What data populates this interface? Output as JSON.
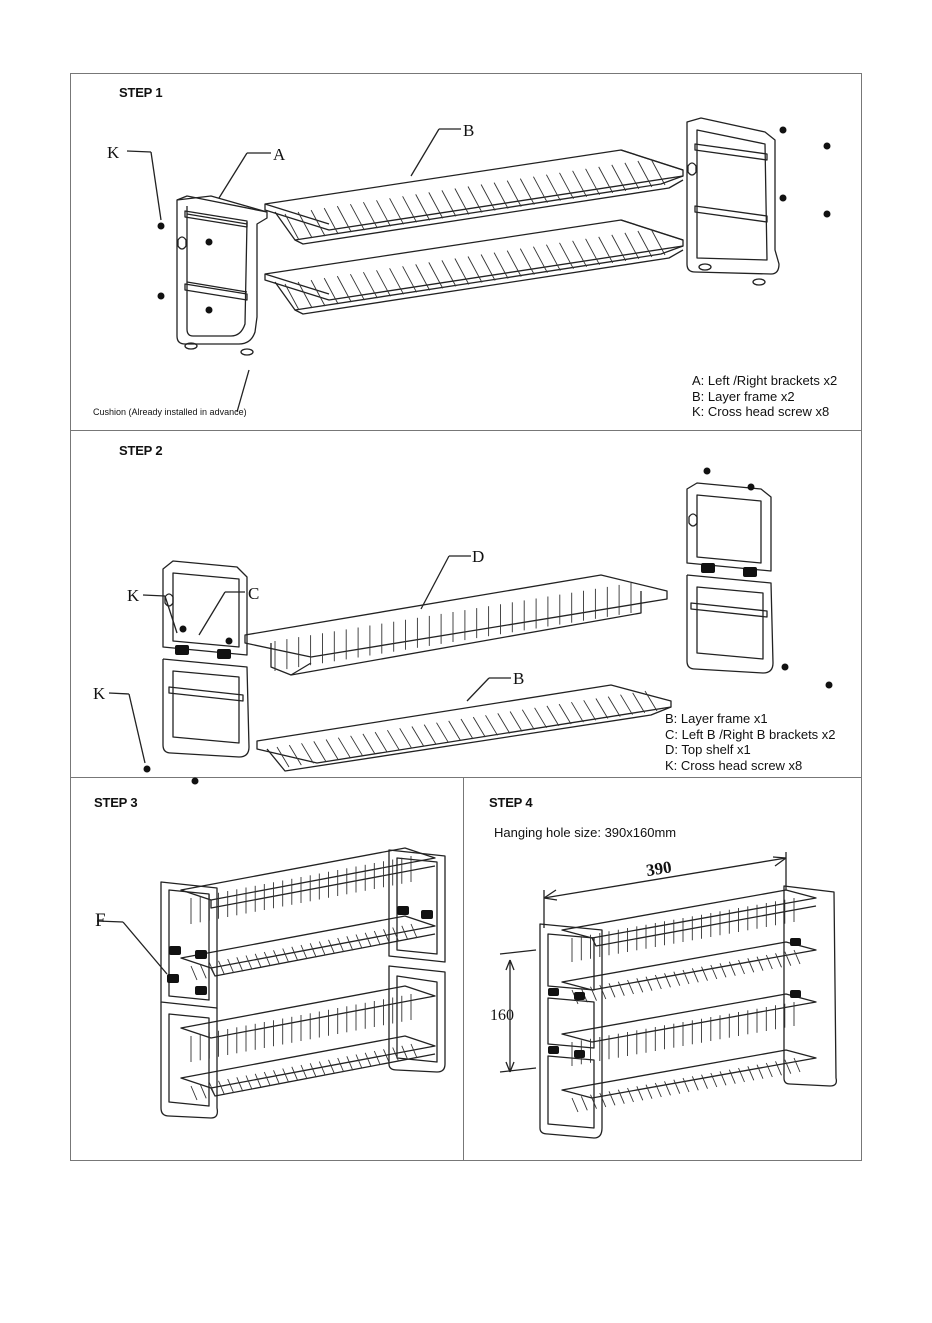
{
  "steps": [
    {
      "title": "STEP 1",
      "callouts": [
        "K",
        "A",
        "B"
      ],
      "note": "Cushion (Already installed in advance)",
      "legend": [
        "A: Left /Right brackets x2",
        "B: Layer frame x2",
        "K: Cross head screw x8"
      ]
    },
    {
      "title": "STEP 2",
      "callouts": [
        "K",
        "C",
        "D",
        "B",
        "K"
      ],
      "legend": [
        "B: Layer frame x1",
        "C: Left B /Right B brackets x2",
        "D: Top shelf x1",
        "K: Cross head screw x8"
      ]
    },
    {
      "title": "STEP 3",
      "callouts": [
        "F"
      ]
    },
    {
      "title": "STEP 4",
      "hanging_hole": "Hanging hole size: 390x160mm",
      "dimensions": [
        "390",
        "160"
      ]
    }
  ]
}
